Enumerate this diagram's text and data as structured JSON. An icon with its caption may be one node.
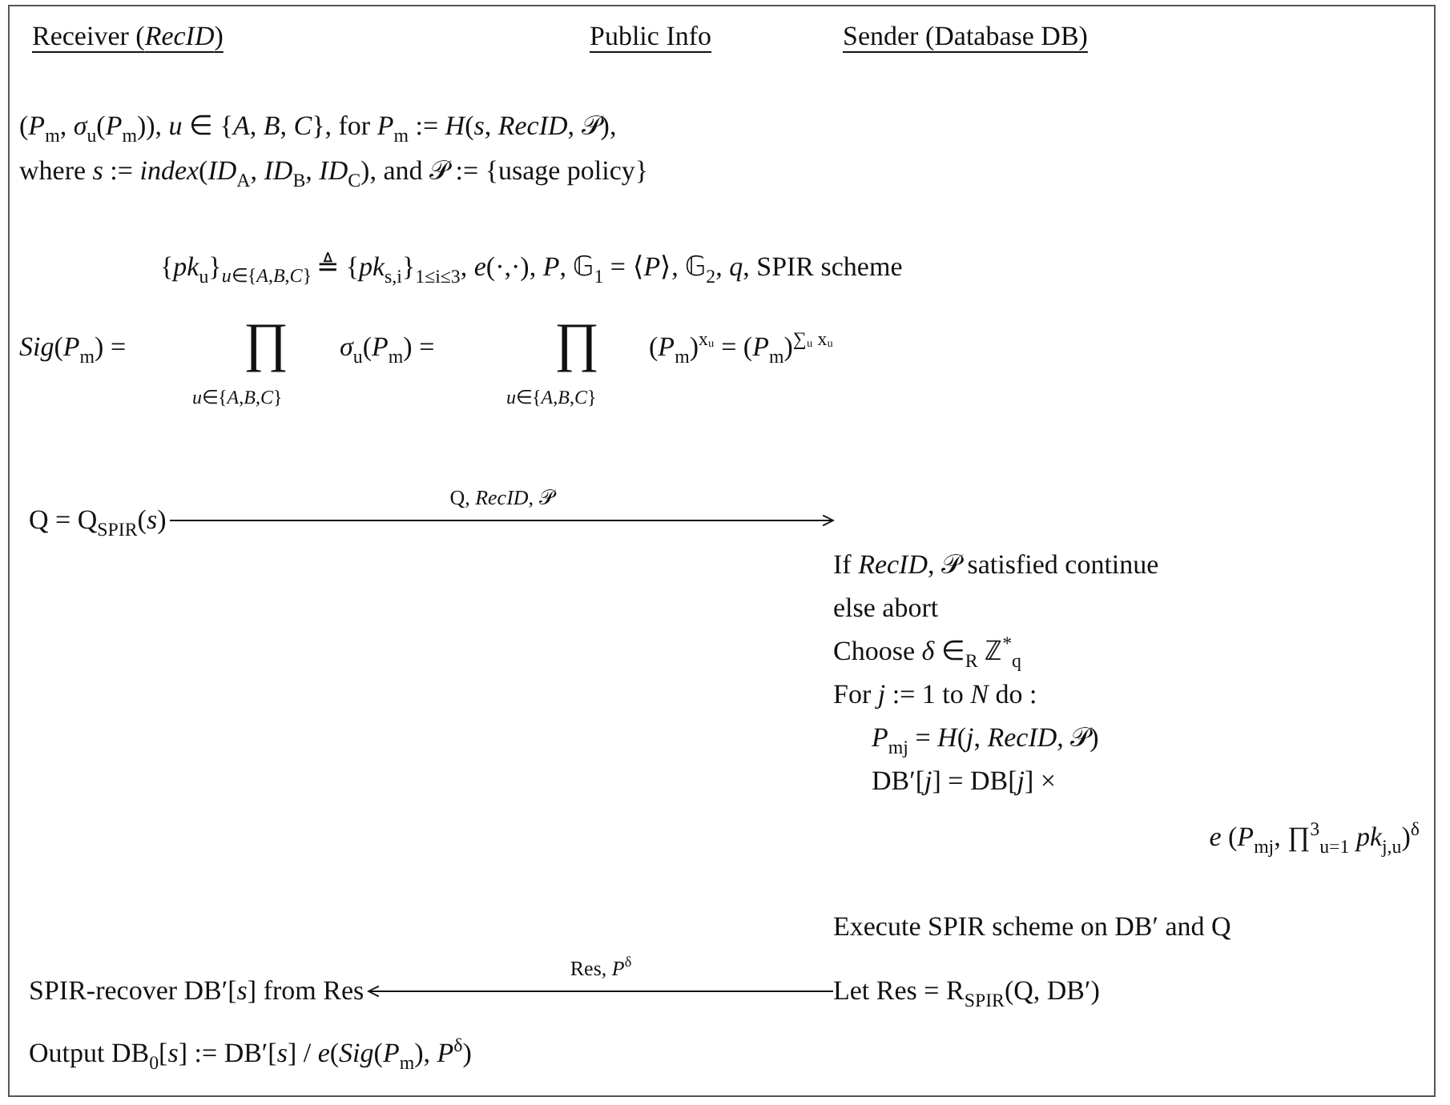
{
  "diagram": {
    "nodes": [
      {
        "text": [
          "Q = Q$_{SPIR}$(*s*)"
        ]
      },
      {
        "text": [
          "If *RecID*, 𝒫 satisfied continue",
          "else abort",
          "Choose *δ* ∈$_{R}$ ℤ$^{*}$$_{q}$",
          "For *j* := 1 to *N* do :",
          "*P*$_{mj}$ = *H*(*j*, *RecID*, 𝒫)",
          "DB′[*j*] = DB[*j*] ×",
          "*e* (*P*$_{mj}$, ∏$^{3}$$_{u=1}$ *pk*$_{j,u}$)$^{δ}$"
        ]
      },
      {
        "text": [
          "Let Res = R$_{SPIR}$(Q, DB′)"
        ]
      },
      {
        "text": [
          "SPIR-recover DB′[*s*] from Res"
        ]
      }
    ],
    "edges": [
      {
        "from": 0,
        "to": 1,
        "arrow": "to",
        "label": "Q,  *RecID*,  𝒫"
      },
      {
        "from": 2,
        "to": 3,
        "arrow": "to",
        "label": "Res,  *P*$^{δ}$"
      }
    ],
    "labels": [
      "Receiver (*RecID*)",
      "Public Info",
      "Sender (Database DB)",
      "(*P*$_{m}$, *σ*$_{u}$(*P*$_{m}$)),  *u* ∈ {*A*, *B*, *C*},  for *P*$_{m}$ := *H*(*s*, *RecID*, 𝒫),",
      "where *s* := *index*(*ID*$_{A}$, *ID*$_{B}$, *ID*$_{C}$),  and 𝒫 := {usage policy}",
      "{*pk*$_{u}$}",
      "*u*∈{*A*,*B*,*C*}",
      "≜ {*pk*$_{s,i}$}$_{1≤i≤3}$, *e*(·,·), *P*, 𝔾$_{1}$ = ⟨*P*⟩, 𝔾$_{2}$, *q*,  SPIR scheme",
      "*Sig*(*P*$_{m}$) =",
      "∏",
      "*σ*$_{u}$(*P*$_{m}$) =",
      "∏",
      "(*P*$_{m}$)$^{xᵤ}$ = (*P*$_{m}$)$^{∑ᵤ xᵤ}$",
      "*u*∈{*A*,*B*,*C*}",
      "*u*∈{*A*,*B*,*C*}",
      "Execute SPIR scheme on DB′ and Q",
      "Output DB$_{0}$[*s*] := DB′[*s*] / *e*(*Sig*(*P*$_{m}$), *P*$^{δ}$)"
    ]
  }
}
